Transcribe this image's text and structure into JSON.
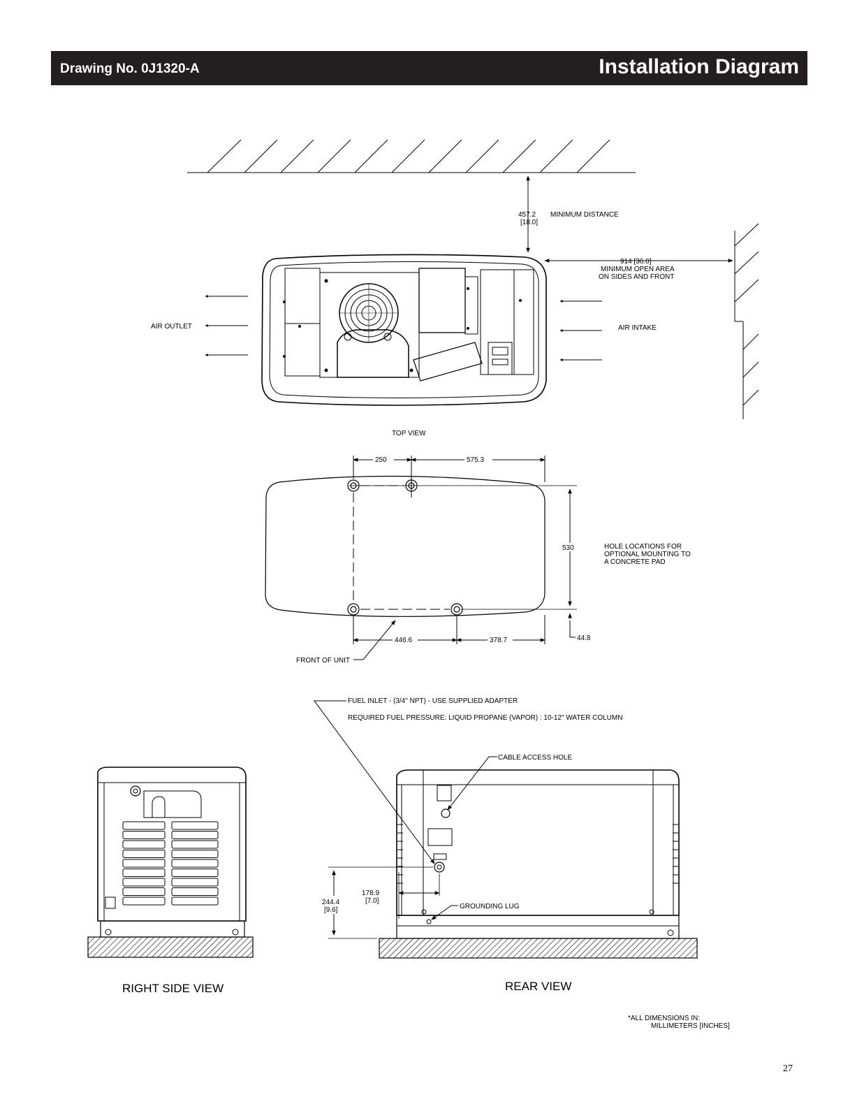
{
  "header": {
    "drawing_no": "Drawing No. 0J1320-A",
    "title": "Installation Diagram"
  },
  "top_view": {
    "min_distance_value": "457.2",
    "min_distance_inches": "[18.0]",
    "min_distance_label": "MINIMUM DISTANCE",
    "open_area_value": "914 [36.0]",
    "open_area_line1": "MINIMUM OPEN AREA",
    "open_area_line2": "ON SIDES AND FRONT",
    "air_outlet": "AIR OUTLET",
    "air_intake": "AIR INTAKE",
    "caption": "TOP VIEW"
  },
  "mounting_view": {
    "dim_250": "250",
    "dim_575": "575.3",
    "dim_530": "530",
    "dim_446": "446.6",
    "dim_378": "378.7",
    "dim_44": "44.8",
    "hole_note_line1": "HOLE LOCATIONS FOR",
    "hole_note_line2": "OPTIONAL MOUNTING TO",
    "hole_note_line3": "A CONCRETE PAD",
    "front_of_unit": "FRONT OF UNIT"
  },
  "fuel": {
    "inlet_note": "FUEL INLET -  (3/4\" NPT) - USE SUPPLIED ADAPTER",
    "pressure_note": "REQUIRED FUEL PRESSURE: LIQUID PROPANE (VAPOR) : 10-12\" WATER COLUMN"
  },
  "rear_view": {
    "cable_access": "CABLE ACCESS HOLE",
    "grounding_lug": "GROUNDING LUG",
    "dim_178": "178.9",
    "dim_178_in": "[7.0]",
    "dim_244": "244.4",
    "dim_244_in": "[9.6]",
    "caption": "REAR VIEW"
  },
  "right_side_view": {
    "caption": "RIGHT SIDE VIEW"
  },
  "notes": {
    "units_line1": "*ALL DIMENSIONS IN:",
    "units_line2": "MILLIMETERS [INCHES]"
  },
  "page_number": "27"
}
